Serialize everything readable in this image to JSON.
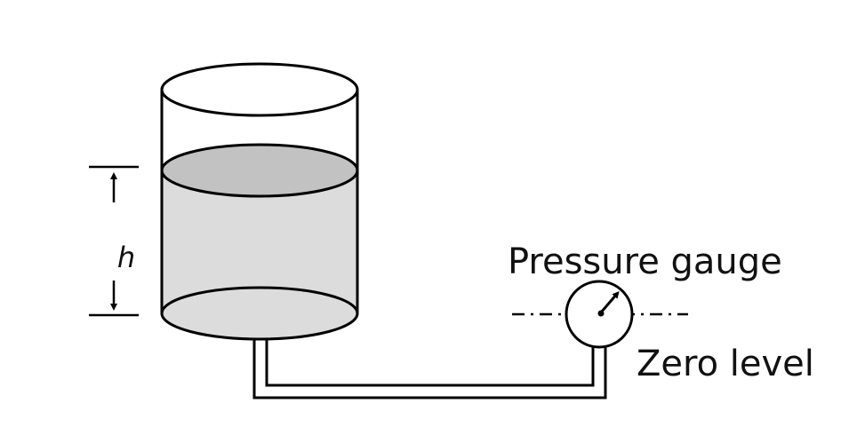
{
  "labels": {
    "height": "h",
    "gauge": "Pressure gauge",
    "zero": "Zero level"
  },
  "colors": {
    "liquid": "#dcdcdc",
    "liquid_surface": "#c2c2c2",
    "stroke": "#000000",
    "background": "#ffffff"
  }
}
